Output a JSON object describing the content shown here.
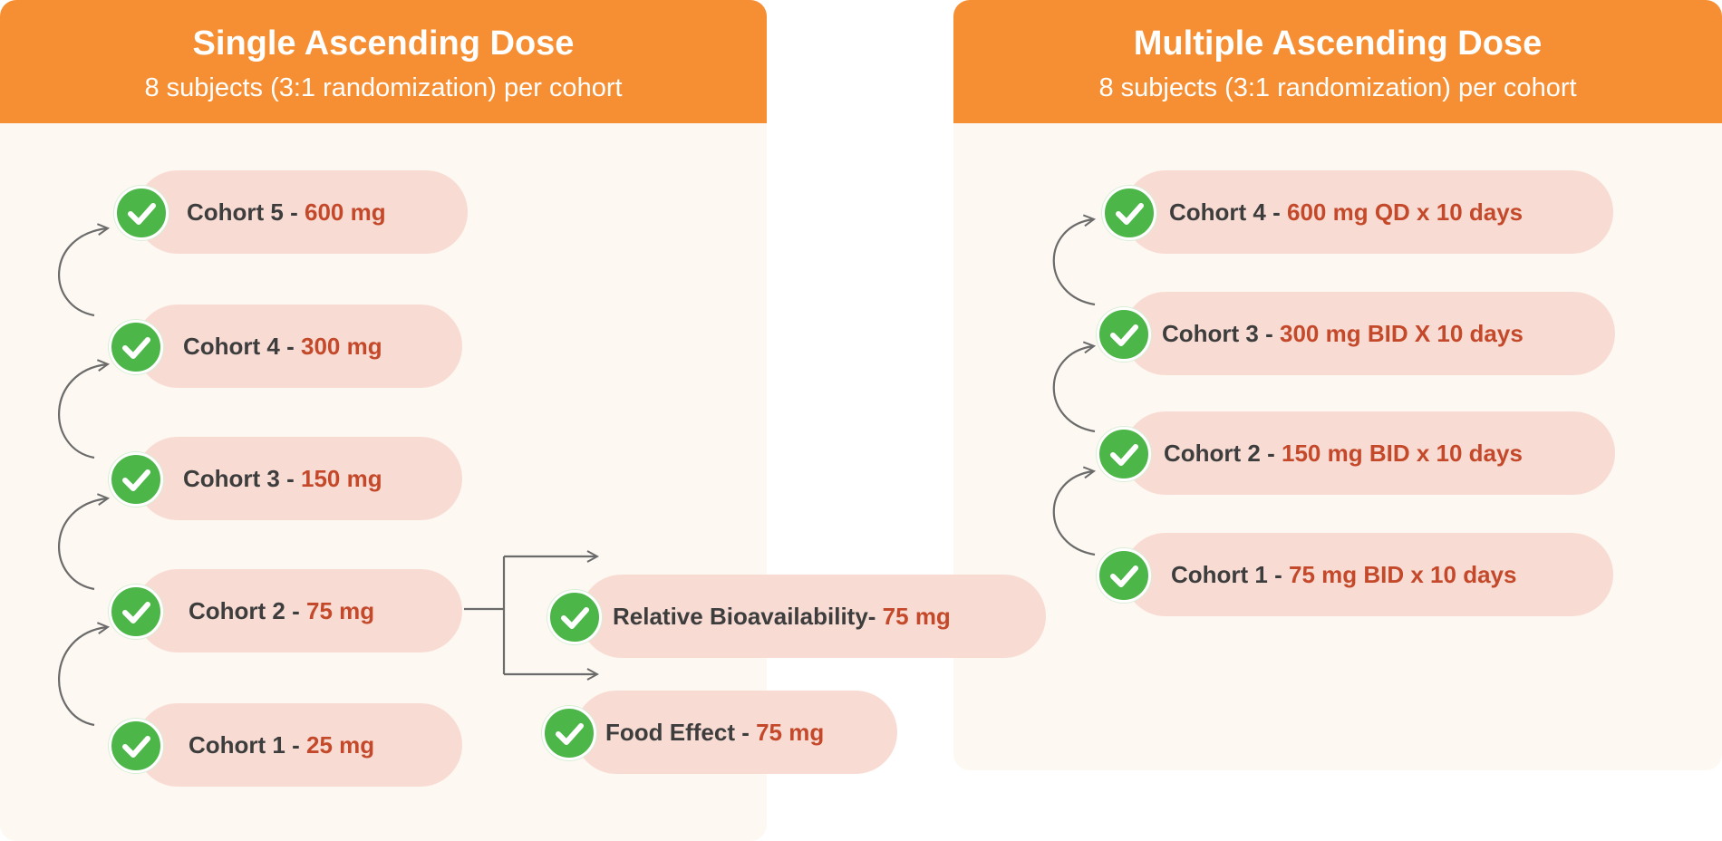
{
  "sad": {
    "title": "Single Ascending Dose",
    "subtitle": "8 subjects (3:1 randomization) per cohort",
    "cohorts": [
      {
        "label": "Cohort 5 - ",
        "dose": "600 mg"
      },
      {
        "label": "Cohort 4 - ",
        "dose": "300 mg"
      },
      {
        "label": "Cohort 3 - ",
        "dose": "150 mg"
      },
      {
        "label": "Cohort 2 - ",
        "dose": "75 mg"
      },
      {
        "label": "Cohort 1 - ",
        "dose": "25 mg"
      }
    ]
  },
  "branches": [
    {
      "label": "Relative Bioavailability- ",
      "dose": "75 mg"
    },
    {
      "label": "Food Effect - ",
      "dose": "75 mg"
    }
  ],
  "mad": {
    "title": "Multiple Ascending Dose",
    "subtitle": "8 subjects (3:1 randomization) per cohort",
    "cohorts": [
      {
        "label": "Cohort 4 - ",
        "dose": "600 mg QD x 10 days"
      },
      {
        "label": "Cohort 3 - ",
        "dose": "300 mg BID X 10 days"
      },
      {
        "label": "Cohort 2 - ",
        "dose": "150 mg BID x 10 days"
      },
      {
        "label": "Cohort 1 - ",
        "dose": "75 mg BID x 10 days"
      }
    ]
  },
  "colors": {
    "header": "#f68f33",
    "panel": "#fdf8f1",
    "pill": "#f8dcd4",
    "check": "#4cb648",
    "dose": "#c4492a",
    "connector": "#6b6b6b"
  },
  "icon": "check-circle-icon"
}
